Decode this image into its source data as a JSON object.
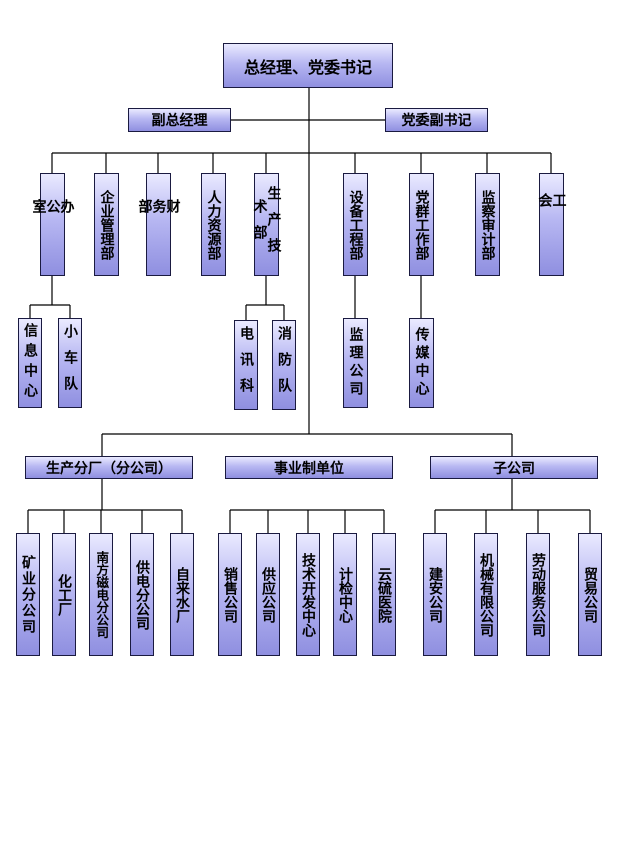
{
  "chart": {
    "root": "总经理、党委书记",
    "deputy_gm": "副总经理",
    "deputy_secretary": "党委副书记",
    "departments": [
      "办公室",
      "企业管理部",
      "财务部",
      "人力资源部",
      "生产技术部",
      "设备工程部",
      "党群工作部",
      "监察审计部",
      "工会"
    ],
    "office_children": [
      "信息中心",
      "小车队"
    ],
    "production_tech_children": [
      "电讯科",
      "消防队"
    ],
    "equipment_children": [
      "监理公司"
    ],
    "party_work_children": [
      "传媒中心"
    ],
    "groups": [
      "生产分厂（分公司）",
      "事业制单位",
      "子公司"
    ],
    "factory_children": [
      "矿业分公司",
      "化工厂",
      "南方磁电分公司",
      "供电分公司",
      "自来水厂"
    ],
    "institution_children": [
      "销售公司",
      "供应公司",
      "技术开发中心",
      "计检中心",
      "云硫医院"
    ],
    "subsidiary_children": [
      "建安公司",
      "机械有限公司",
      "劳动服务公司",
      "贸易公司"
    ]
  }
}
